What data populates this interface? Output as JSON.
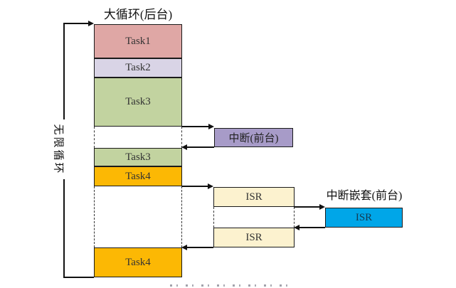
{
  "colors": {
    "task1": "#dfa7a5",
    "task2": "#d9d4e6",
    "task3": "#c2d3a0",
    "task4": "#fcb804",
    "interrupt": "#a79bc8",
    "isr": "#fcf2cf",
    "nested_isr": "#00a6e8",
    "line": "#111111"
  },
  "background_loop": {
    "title": "大循环(后台)",
    "side_label": "无限循环",
    "segments": [
      {
        "label": "Task1"
      },
      {
        "label": "Task2"
      },
      {
        "label": "Task3"
      },
      {
        "label": "Task3"
      },
      {
        "label": "Task4"
      },
      {
        "label": "Task4"
      }
    ]
  },
  "foreground": {
    "interrupt_label": "中断(前台)",
    "isr_first_label": "ISR",
    "isr_second_label": "ISR",
    "nested_title": "中断嵌套(前台)",
    "nested_isr_label": "ISR"
  }
}
